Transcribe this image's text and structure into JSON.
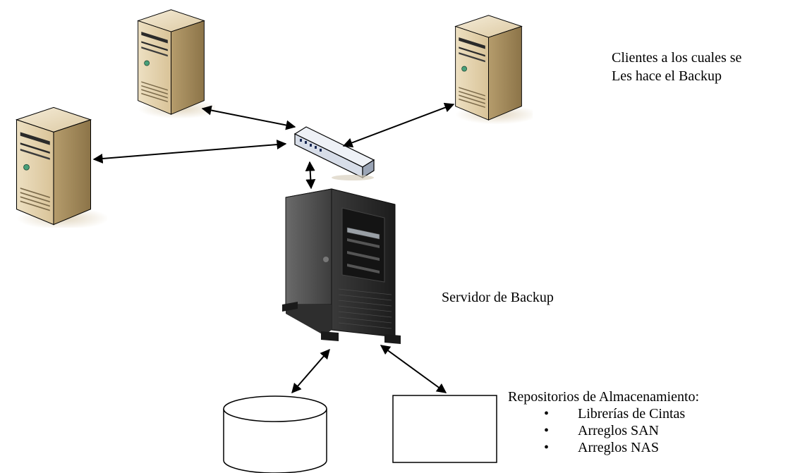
{
  "labels": {
    "clients_line1": "Clientes a los cuales se",
    "clients_line2": "Les hace el Backup",
    "server": "Servidor de Backup",
    "repositories_title": "Repositorios de Almacenamiento:"
  },
  "repositories": [
    {
      "label": "Librerías de Cintas"
    },
    {
      "label": "Arreglos SAN"
    },
    {
      "label": "Arreglos NAS"
    }
  ],
  "bullet": "•"
}
